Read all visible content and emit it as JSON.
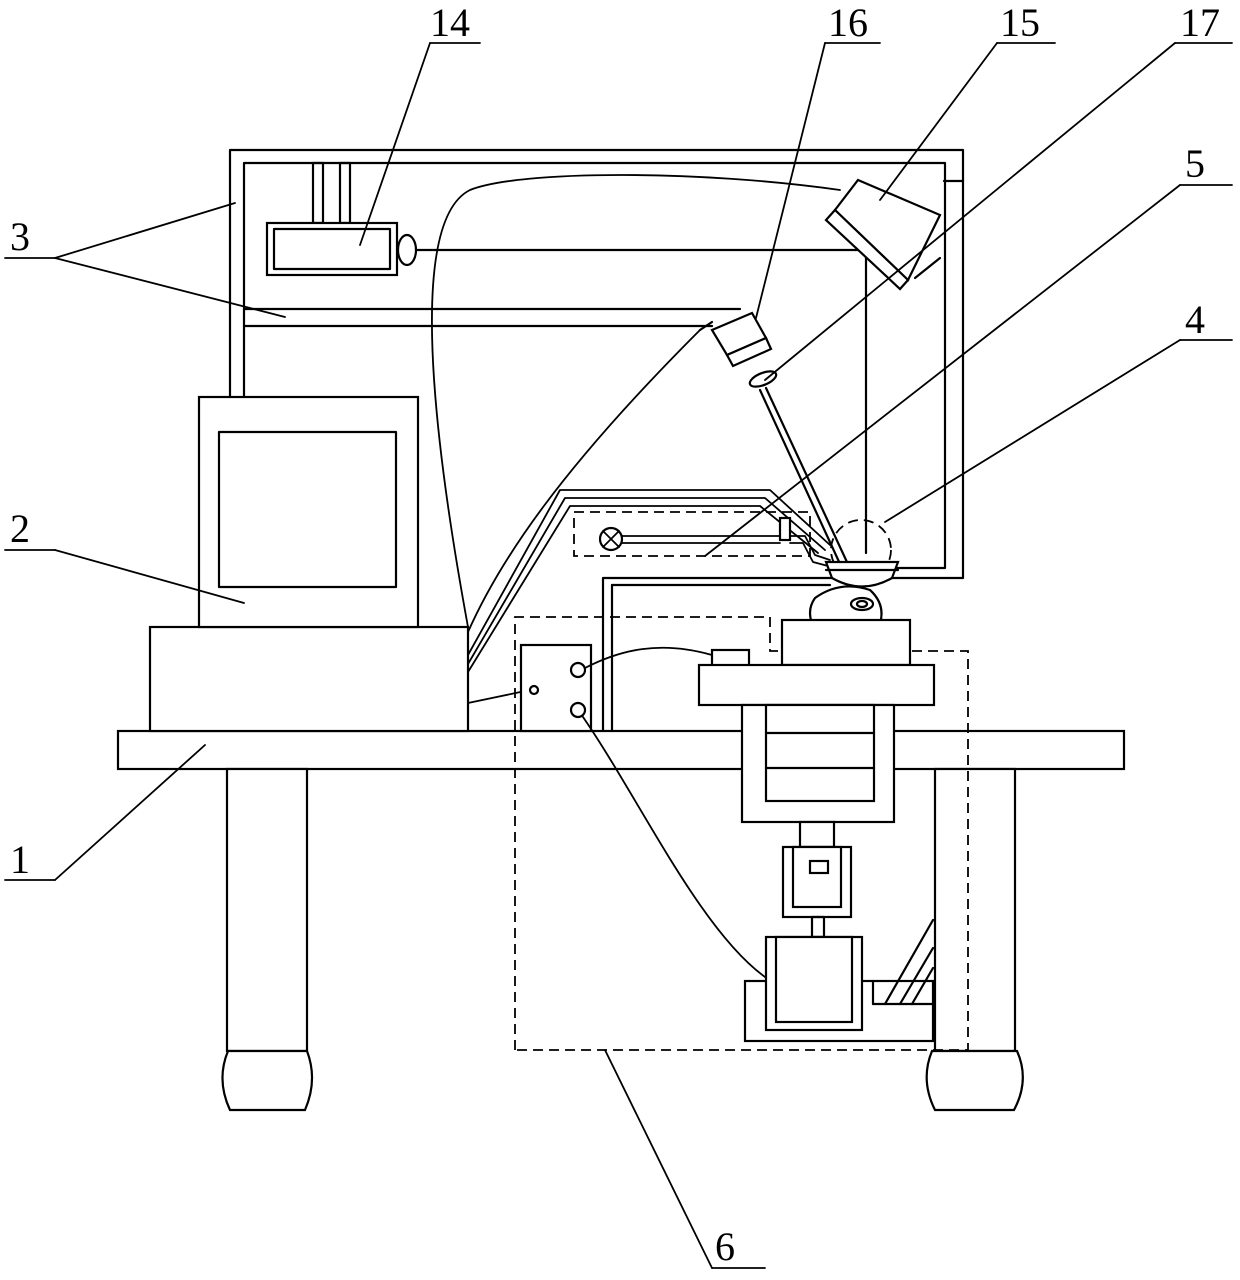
{
  "labels": {
    "l1": "1",
    "l2": "2",
    "l3": "3",
    "l4": "4",
    "l5": "5",
    "l6": "6",
    "l14": "14",
    "l15": "15",
    "l16": "16",
    "l17": "17"
  },
  "colors": {
    "line": "#000000",
    "background": "#ffffff"
  }
}
